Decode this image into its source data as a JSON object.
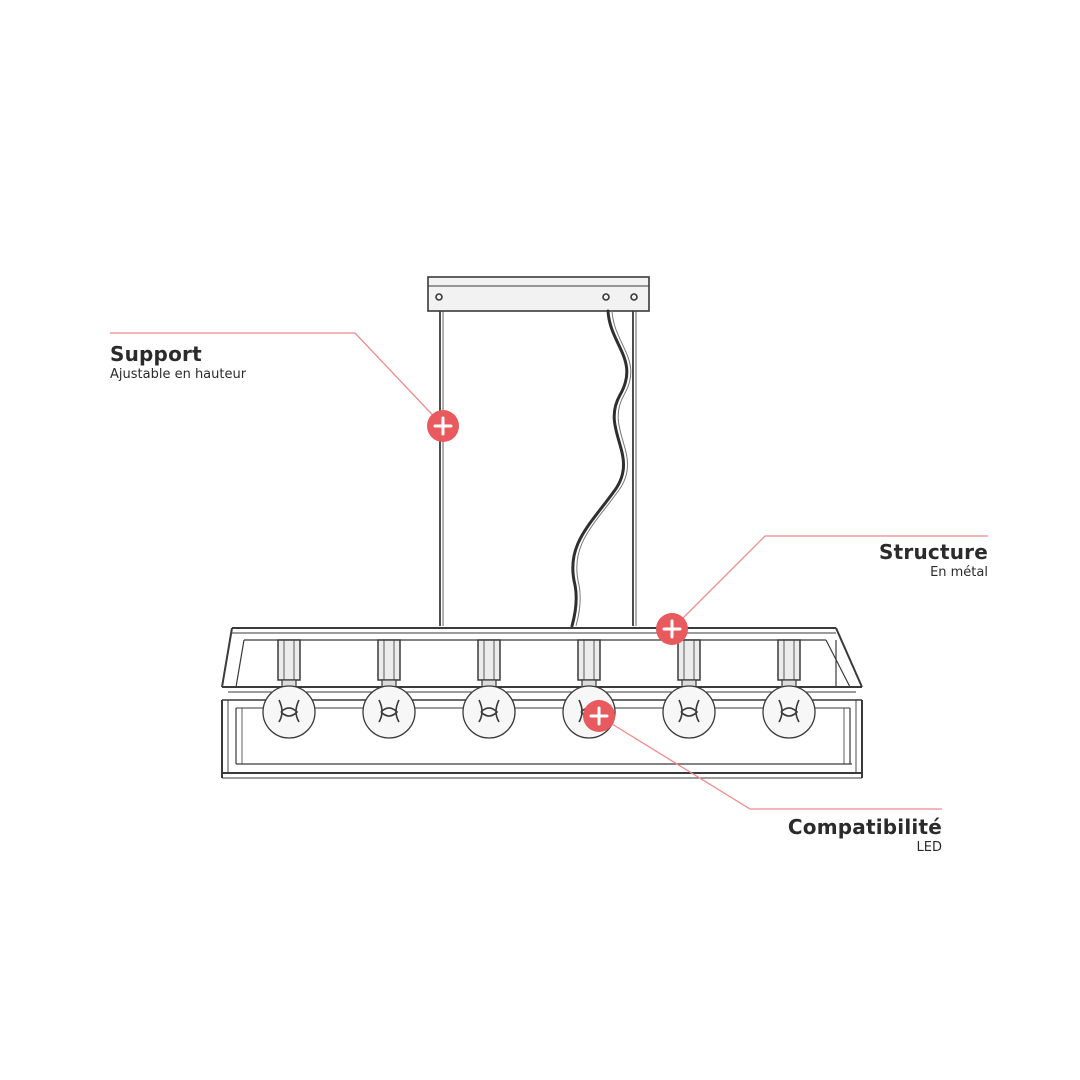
{
  "colors": {
    "accent": "#e85a5e",
    "line": "#f08a8c",
    "ink": "#2b2b2b",
    "sketch": "#3a3a3a",
    "background": "#ffffff"
  },
  "icons": {
    "hotspot": "plus-icon"
  },
  "callouts": {
    "support": {
      "title": "Support",
      "subtitle": "Ajustable en hauteur"
    },
    "structure": {
      "title": "Structure",
      "subtitle": "En métal"
    },
    "compat": {
      "title": "Compatibilité",
      "subtitle": "LED"
    }
  }
}
